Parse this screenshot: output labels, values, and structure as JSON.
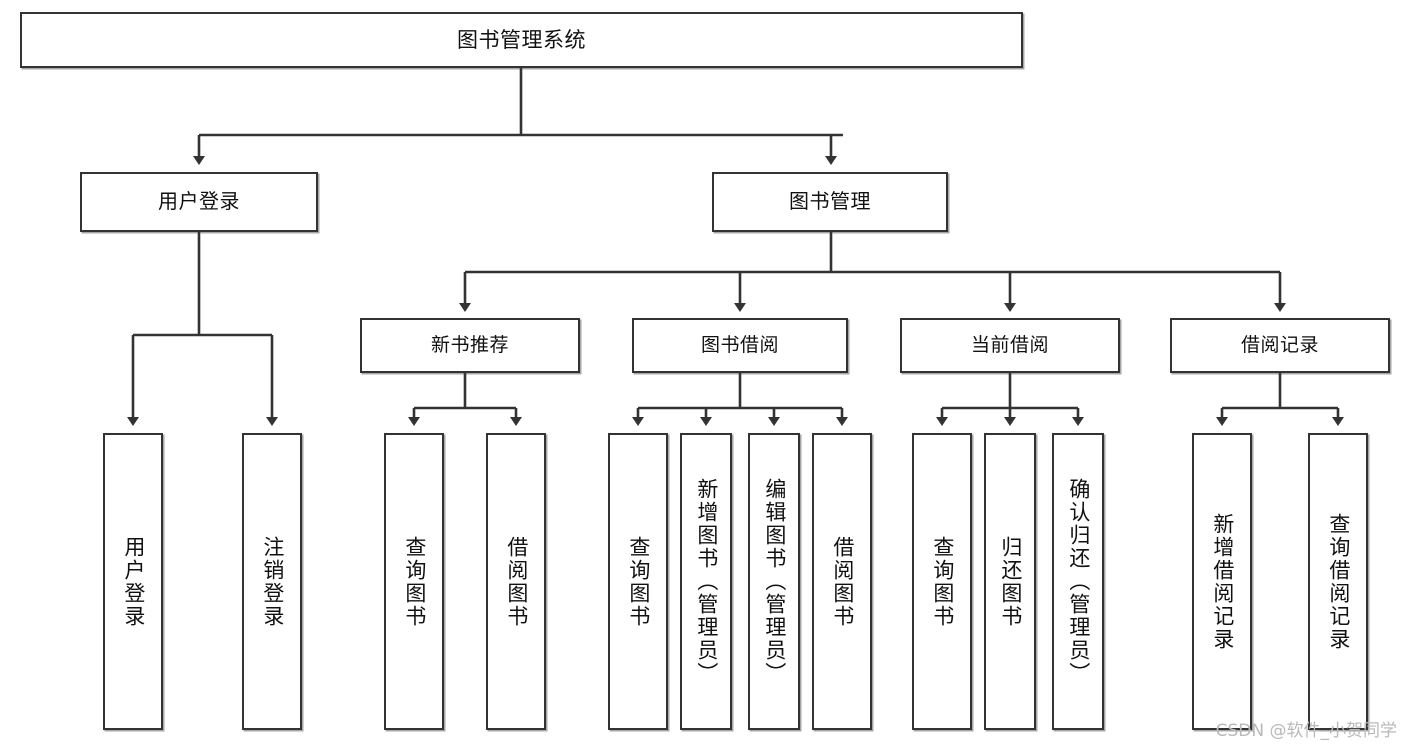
{
  "diagram": {
    "title": "图书管理系统",
    "watermark": "CSDN @软件_小贺同学",
    "line_color": "#333333",
    "box_fill": "#ffffff",
    "text_color": "#111111"
  },
  "root": {
    "label": "图书管理系统"
  },
  "level2": [
    {
      "label": "用户登录"
    },
    {
      "label": "图书管理"
    }
  ],
  "level3": [
    {
      "label": "新书推荐"
    },
    {
      "label": "图书借阅"
    },
    {
      "label": "当前借阅"
    },
    {
      "label": "借阅记录"
    }
  ],
  "leaves": {
    "user_login": [
      {
        "label": "用户登录"
      },
      {
        "label": "注销登录"
      }
    ],
    "new_book": [
      {
        "label": "查询图书"
      },
      {
        "label": "借阅图书"
      }
    ],
    "book_borrow": [
      {
        "label": "查询图书"
      },
      {
        "label": "新增图书（管理员）"
      },
      {
        "label": "编辑图书（管理员）"
      },
      {
        "label": "借阅图书"
      }
    ],
    "current_borrow": [
      {
        "label": "查询图书"
      },
      {
        "label": "归还图书"
      },
      {
        "label": "确认归还（管理员）"
      }
    ],
    "borrow_record": [
      {
        "label": "新增借阅记录"
      },
      {
        "label": "查询借阅记录"
      }
    ]
  }
}
